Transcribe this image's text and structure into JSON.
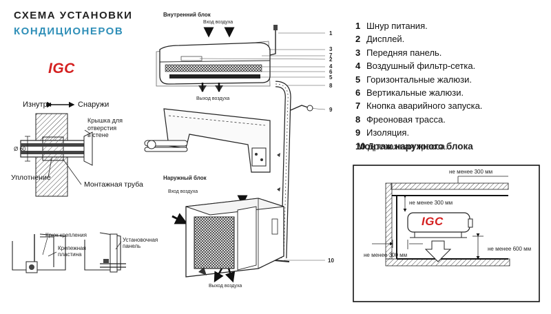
{
  "header": {
    "title_line1": "СХЕМА УСТАНОВКИ",
    "title_line2": "КОНДИЦИОНЕРОВ",
    "brand": "IGC"
  },
  "wall_section": {
    "direction_left": "Изнутри",
    "direction_right": "Снаружи",
    "cover_label_lines": [
      "Крышка для",
      "отверстия",
      "в стене"
    ],
    "diameter": "Ø 60",
    "seal_label": "Уплотнение",
    "pipe_label": "Монтажная труба"
  },
  "mounting": {
    "hook_label": "Крюк крепления",
    "plate_label_lines": [
      "Крепежная",
      "пластина"
    ],
    "panel_label_lines": [
      "Установочная",
      "панель"
    ]
  },
  "indoor": {
    "block_title": "Внутренний блок",
    "air_inlet": "Вход воздуха",
    "air_outlet": "Выход воздуха",
    "callouts": [
      "1",
      "3",
      "7",
      "2",
      "4",
      "6",
      "5",
      "8",
      "9",
      "10"
    ]
  },
  "outdoor": {
    "block_title": "Наружный блок",
    "air_inlet": "Вход воздуха",
    "air_outlet": "Выход воздуха"
  },
  "legend": [
    {
      "num": "1",
      "text": "Шнур питания."
    },
    {
      "num": "2",
      "text": "Дисплей."
    },
    {
      "num": "3",
      "text": "Передняя панель."
    },
    {
      "num": "4",
      "text": "Воздушный фильтр-сетка."
    },
    {
      "num": "5",
      "text": "Горизонтальные жалюзи."
    },
    {
      "num": "6",
      "text": "Вертикальные жалюзи."
    },
    {
      "num": "7",
      "text": "Кнопка аварийного запуска."
    },
    {
      "num": "8",
      "text": "Фреоновая трасса."
    },
    {
      "num": "9",
      "text": "Изоляция."
    },
    {
      "num": "10",
      "text": "Дренажная трасса."
    }
  ],
  "outdoor_mount": {
    "title": "Монтаж наружного блока",
    "clearance_top": "не менее 300 мм",
    "clearance_back": "не менее 300 мм",
    "clearance_left": "не менее 300 мм",
    "clearance_front": "не менее 600 мм",
    "brand": "IGC"
  }
}
